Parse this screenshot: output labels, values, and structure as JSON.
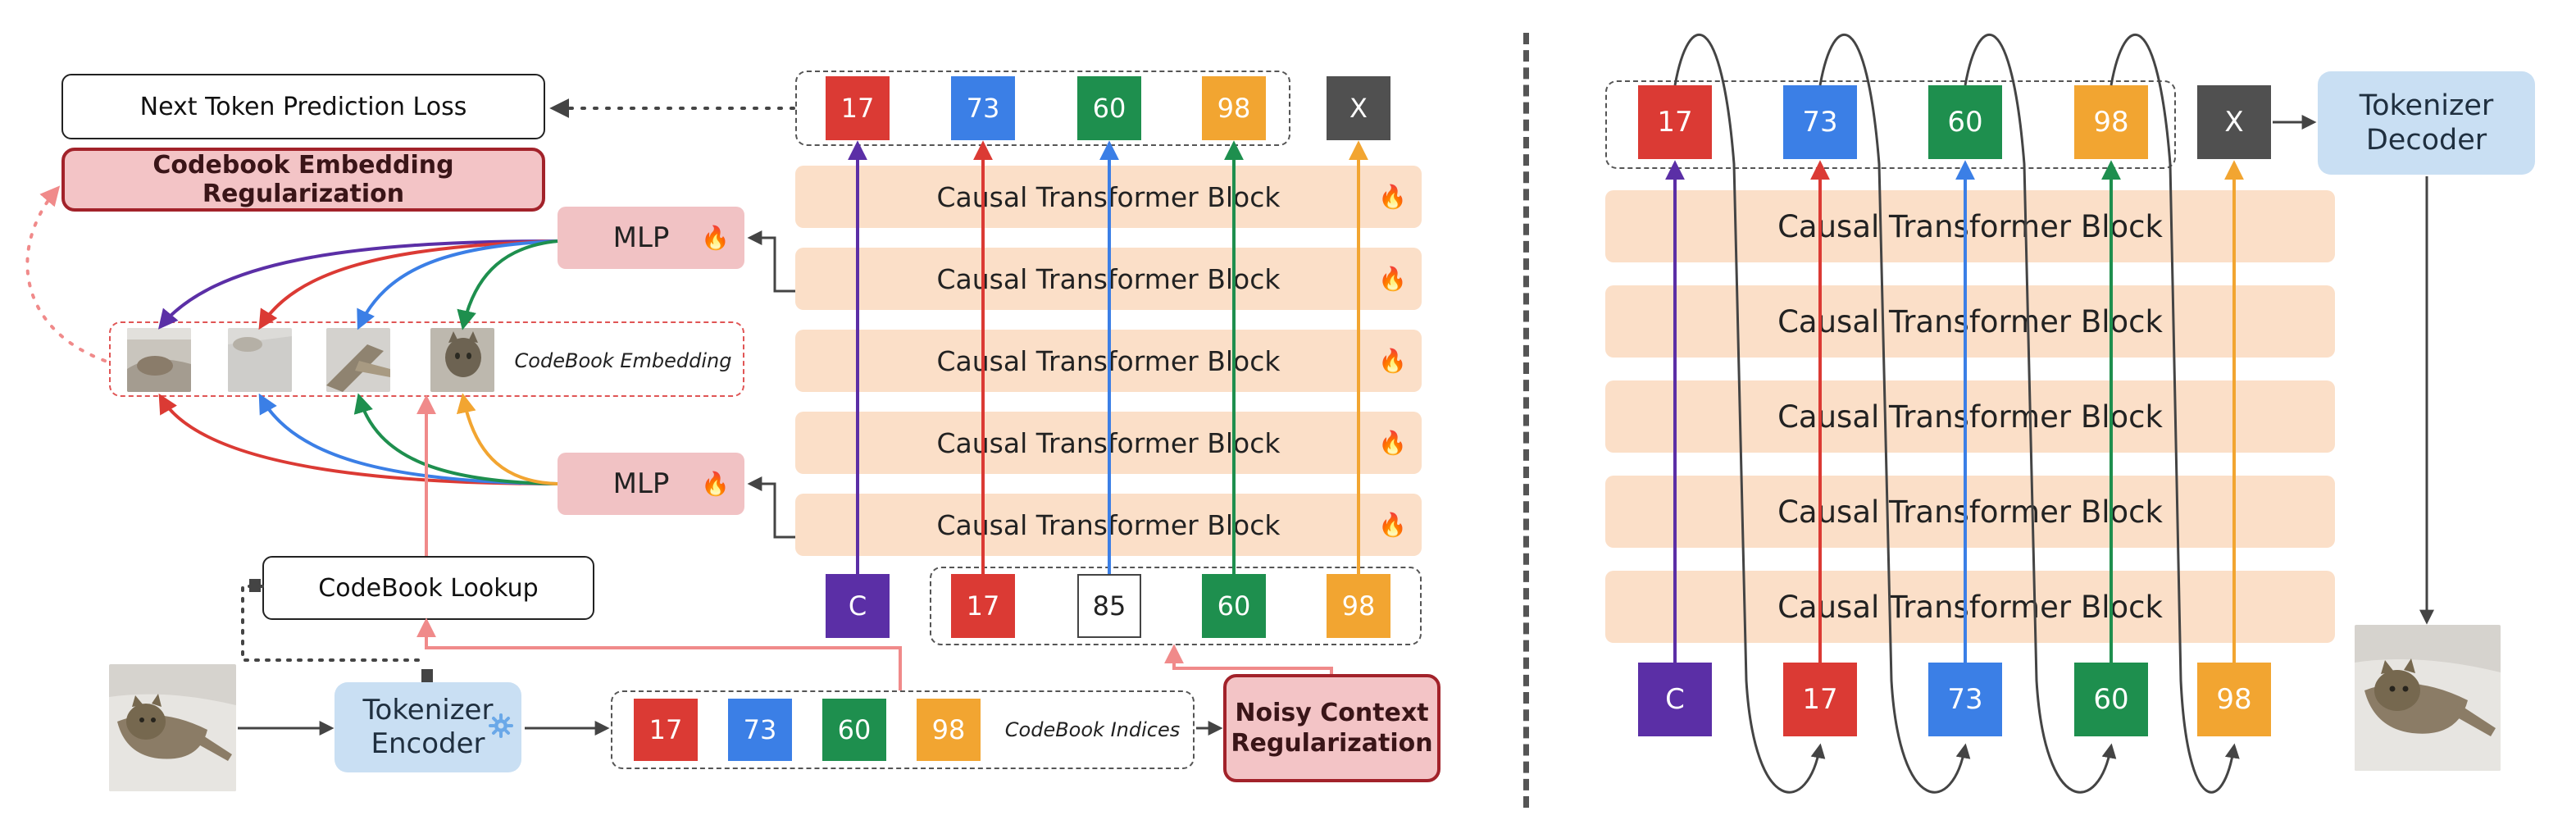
{
  "left": {
    "loss_label": "Next Token Prediction Loss",
    "codebook_reg_label": "Codebook Embedding Regularization",
    "mlp_label": "MLP",
    "fire_glyph": "🔥",
    "codebook_embedding_label": "CodeBook Embedding",
    "codebook_lookup_label": "CodeBook Lookup",
    "tokenizer_encoder_label": "Tokenizer\nEncoder",
    "codebook_indices_label": "CodeBook Indices",
    "noisy_context_label": "Noisy Context\nRegularization",
    "transformer_block_label": "Causal Transformer Block",
    "output_tokens": [
      "17",
      "73",
      "60",
      "98",
      "X"
    ],
    "input_tokens": [
      "C",
      "17",
      "85",
      "60",
      "98"
    ],
    "index_tokens": [
      "17",
      "73",
      "60",
      "98"
    ]
  },
  "right": {
    "transformer_block_label": "Causal Transformer Block",
    "tokenizer_decoder_label": "Tokenizer\nDecoder",
    "output_tokens": [
      "17",
      "73",
      "60",
      "98",
      "X"
    ],
    "input_tokens": [
      "C",
      "17",
      "73",
      "60",
      "98"
    ]
  },
  "colors": {
    "red": "#db3a34",
    "blue": "#3b7fe6",
    "green": "#1e8f4e",
    "yellow": "#f2a531",
    "purple": "#5b2fa6",
    "gray": "#505050",
    "salmon": "#f08a8a"
  },
  "icons": {
    "fire": "fire-icon",
    "gear": "gear-icon",
    "cat": "cat-photo"
  }
}
